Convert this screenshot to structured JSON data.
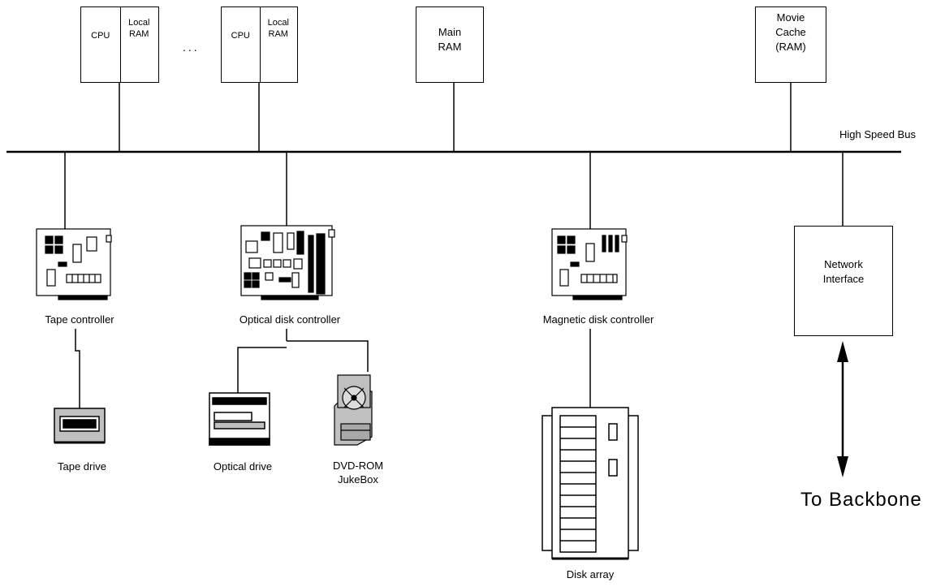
{
  "nodes": {
    "cpu_group_1": {
      "cpu": "CPU",
      "local_ram": [
        "Local",
        "RAM"
      ]
    },
    "cpu_group_2": {
      "cpu": "CPU",
      "local_ram": [
        "Local",
        "RAM"
      ]
    },
    "ellipsis": "...",
    "main_ram": [
      "Main",
      "RAM"
    ],
    "movie_cache": [
      "Movie",
      "Cache",
      "(RAM)"
    ],
    "network_interface": [
      "Network",
      "Interface"
    ]
  },
  "bus_label": "High Speed Bus",
  "labels": {
    "tape_controller": "Tape controller",
    "optical_disk_controller": "Optical disk controller",
    "magnetic_disk_controller": "Magnetic disk controller",
    "tape_drive": "Tape drive",
    "optical_drive": "Optical drive",
    "dvd_rom_jukebox": [
      "DVD-ROM",
      "JukeBox"
    ],
    "disk_array": "Disk array",
    "to_backbone": "To Backbone"
  },
  "colors": {
    "line": "#000000",
    "background": "#ffffff",
    "panel_gray": "#c0c0c0"
  }
}
